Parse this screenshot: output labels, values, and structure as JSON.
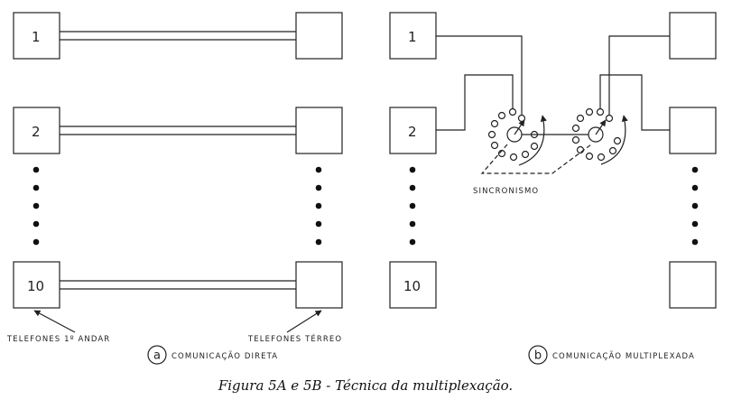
{
  "diagram_a": {
    "boxes_left": [
      "1",
      "2",
      "10"
    ],
    "label_left": "TELEFONES 1º ANDAR",
    "label_right": "TELEFONES TÉRREO",
    "panel_letter": "a",
    "panel_caption": "COMUNICAÇÃO DIRETA"
  },
  "diagram_b": {
    "boxes_left": [
      "1",
      "2",
      "10"
    ],
    "sync_label": "SINCRONISMO",
    "panel_letter": "b",
    "panel_caption": "COMUNICAÇÃO MULTIPLEXADA"
  },
  "figure_caption": "Figura 5A e 5B - Técnica da multiplexação."
}
